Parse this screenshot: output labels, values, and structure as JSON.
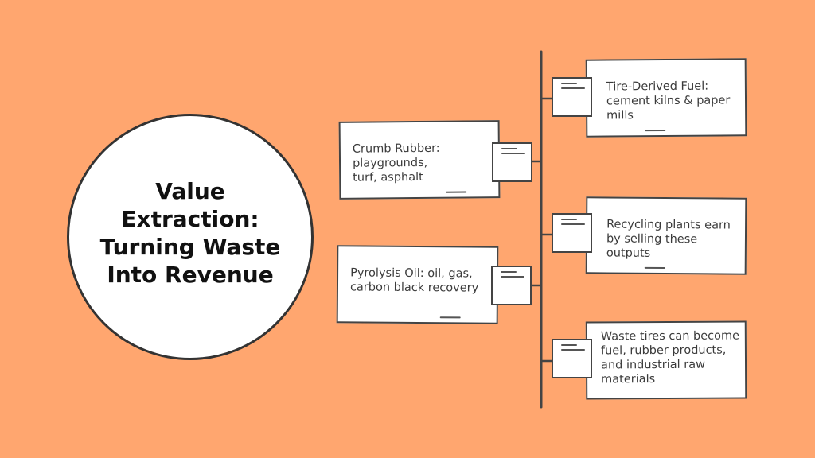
{
  "center": {
    "title": "Value Extraction: Turning Waste Into Revenue"
  },
  "left_items": [
    {
      "text": "Crumb Rubber: playgrounds, turf, asphalt"
    },
    {
      "text": "Pyrolysis Oil: oil, gas, carbon black recovery"
    }
  ],
  "right_items": [
    {
      "text": "Tire-Derived Fuel: cement kilns & paper mills"
    },
    {
      "text": "Recycling plants earn by selling these outputs"
    },
    {
      "text": "Waste tires can become fuel, rubber products, and industrial raw materials"
    }
  ],
  "colors": {
    "background": "#FFA66F",
    "card": "#FFFFFF",
    "stroke": "#444444"
  }
}
